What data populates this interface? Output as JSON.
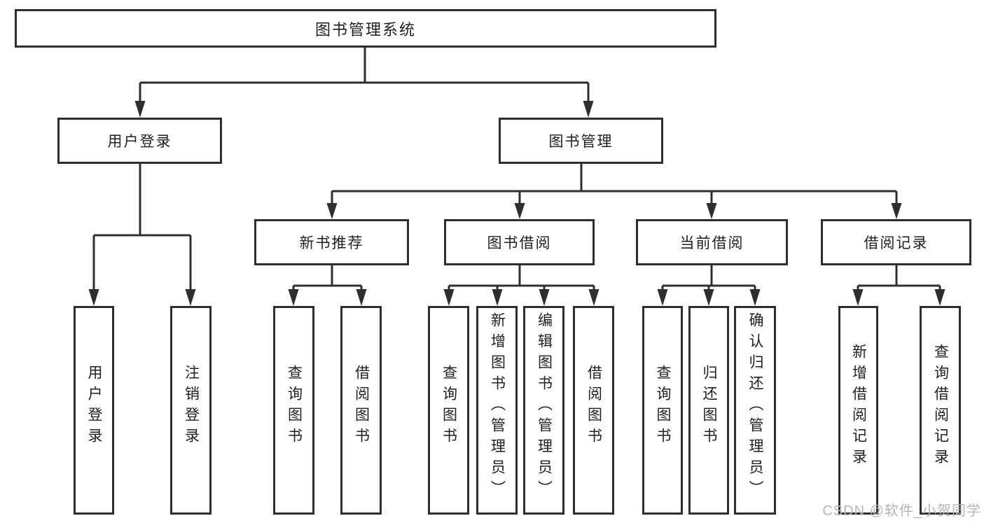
{
  "diagram": {
    "type": "hierarchy-tree",
    "colors": {
      "line": "#2e2e2e",
      "box_border": "#2e2e2e",
      "text": "#1f1f1f",
      "background": "#ffffff",
      "watermark": "#b5b5b5"
    },
    "watermark": {
      "text": "CSDN @软件_小贺同学"
    }
  },
  "tree": {
    "root": {
      "label": "图书管理系统",
      "children": [
        {
          "label": "用户登录",
          "children": [
            {
              "label": "用户登录"
            },
            {
              "label": "注销登录"
            }
          ]
        },
        {
          "label": "图书管理",
          "children": [
            {
              "label": "新书推荐",
              "children": [
                {
                  "label": "查询图书"
                },
                {
                  "label": "借阅图书"
                }
              ]
            },
            {
              "label": "图书借阅",
              "children": [
                {
                  "label": "查询图书"
                },
                {
                  "label": "新增图书（管理员）"
                },
                {
                  "label": "编辑图书（管理员）"
                },
                {
                  "label": "借阅图书"
                }
              ]
            },
            {
              "label": "当前借阅",
              "children": [
                {
                  "label": "查询图书"
                },
                {
                  "label": "归还图书"
                },
                {
                  "label": "确认归还（管理员）"
                }
              ]
            },
            {
              "label": "借阅记录",
              "children": [
                {
                  "label": "新增借阅记录"
                },
                {
                  "label": "查询借阅记录"
                }
              ]
            }
          ]
        }
      ]
    }
  }
}
